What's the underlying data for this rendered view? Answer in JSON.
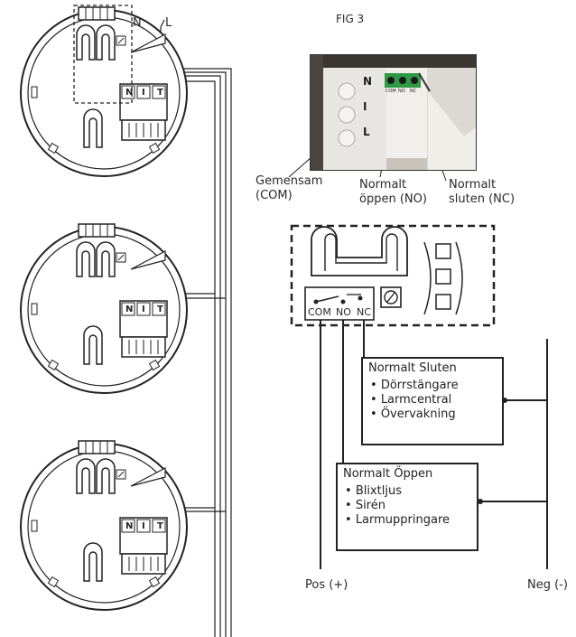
{
  "fig_label": "FIG 3",
  "wire_labels": {
    "n": "N",
    "l": "L"
  },
  "left_block_letters": [
    "N",
    "I",
    "T"
  ],
  "photo": {
    "terminal_letters": [
      "N",
      "I",
      "L"
    ],
    "terminal_text": [
      "COM",
      "NO",
      "NC"
    ]
  },
  "callouts": {
    "com": [
      "Gemensam",
      "(COM)"
    ],
    "no": [
      "Normalt",
      "öppen (NO)"
    ],
    "nc": [
      "Normalt",
      "sluten (NC)"
    ]
  },
  "relay_terminals": [
    "COM",
    "NO",
    "NC"
  ],
  "nc_box": {
    "title": "Normalt Sluten",
    "items": [
      "Dörrstängare",
      "Larmcentral",
      "Övervakning"
    ]
  },
  "no_box": {
    "title": "Normalt Öppen",
    "items": [
      "Blixtljus",
      "Sirén",
      "Larmuppringare"
    ]
  },
  "pos_label": "Pos (+)",
  "neg_label": "Neg (-)",
  "colors": {
    "line": "#222222",
    "photo_green": "#2e9a45",
    "photo_bg": "#d9d4cc"
  }
}
